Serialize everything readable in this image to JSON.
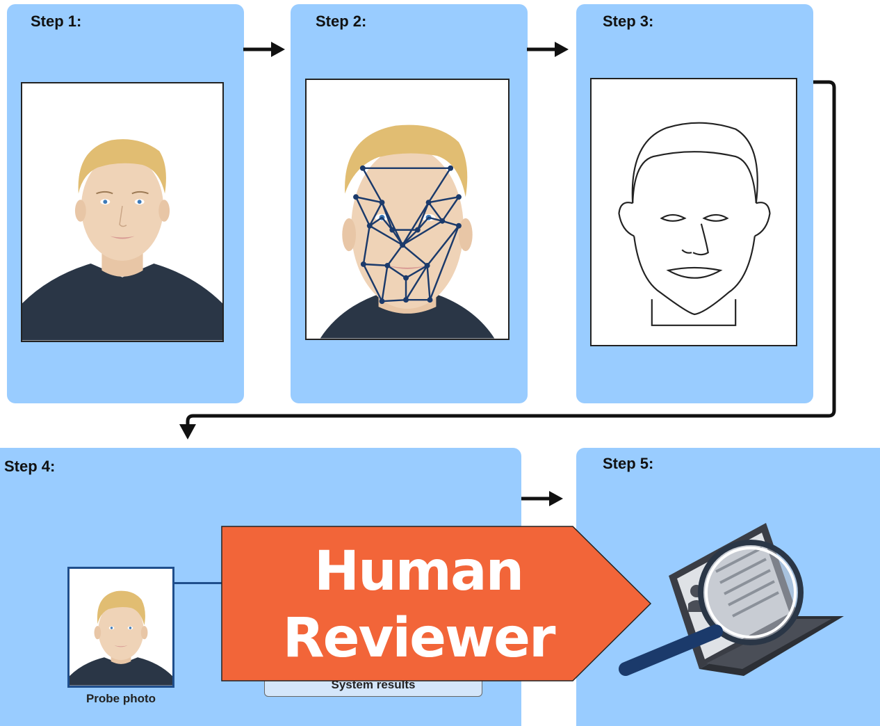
{
  "steps": [
    {
      "label": "Step 1:"
    },
    {
      "label": "Step 2:"
    },
    {
      "label": "Step 3:"
    },
    {
      "label": "Step 4:"
    },
    {
      "label": "Step 5:"
    }
  ],
  "step4": {
    "probe_label": "Probe photo",
    "results_label": "System results"
  },
  "overlay": {
    "line1": "Human",
    "line2": "Reviewer",
    "color": "#f26539"
  },
  "colors": {
    "panel": "#99ccff",
    "hair": "#e1bd72",
    "skin": "#efd3b7",
    "shirt": "#2a3646",
    "mesh": "#1b3a6b"
  }
}
